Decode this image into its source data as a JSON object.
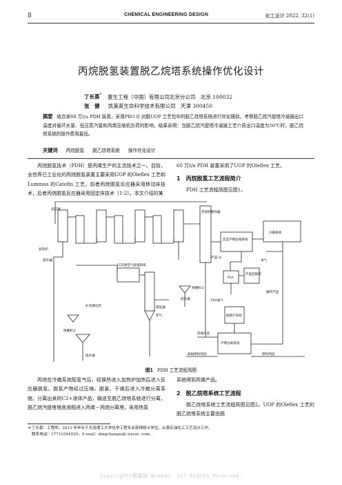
{
  "header": {
    "page_number": "8",
    "journal": "CHEMICAL ENGINEERING DESIGN",
    "issue": "化工设计 2022, 32(1)"
  },
  "title": "丙烷脱氢装置脱乙烷塔系统操作优化设计",
  "authors": [
    {
      "name": "丁长喜",
      "mark": "*",
      "affiliation": "惠生工程（中国）有限公司北京分公司　北京 100032"
    },
    {
      "name": "张　健",
      "mark": "",
      "affiliation": "凯莱英生命科学技术有限公司　天津 300450"
    }
  ],
  "abstract": {
    "label": "摘要",
    "text": "结合某60 万t/a PDH 装置，采用PRO II 对脱UOP 工艺包中的脱乙烷塔系统进行优化模拟，考察脱乙烷汽提塔冷凝器出口温度对循环水量、低压蒸汽量和丙烯压缩机负荷的影响。结果表明：当脱乙烷汽提塔冷凝器工艺介质出口温度为56℃时，脱乙烷塔系统的操作费用最低。"
  },
  "keywords": {
    "label": "关键词",
    "items": [
      "丙烷脱氢",
      "脱乙烷塔系统",
      "操作优化设计"
    ]
  },
  "left_col_top": "丙烷脱氢技术（PDH）是丙烯生产的主流技术之一。目前，全世界已工业化的丙烷脱氢装置主要采用UOP 的Oleflex 工艺和Lummus 的Catofin 工艺。前者丙烷脱氢反应器采用移动床技术，后者丙烷脱氢反应器采用固定床技术〔1-2〕。本文介绍的某",
  "right_col_top": {
    "cont": "60 万t/a PDH 装置采用了UOP 的Oleflex 工艺。",
    "sec1_title": "1　丙烷脱氢工艺流程简介",
    "sec1_body": "PDH 工艺流程简图见图1。"
  },
  "figure": {
    "caption_label": "图1",
    "caption_text": "PDH 工艺流程简图",
    "labels": {
      "reactor": "反应器",
      "heater": "加热炉",
      "lift1": "提升器",
      "cycle_air": "CCR放空气处理系统",
      "regen": "再生器",
      "air": "空气",
      "make_up": "补充催化剂",
      "cat_hopper": "附催料斗",
      "lift2": "提升器",
      "cat_hopper2": "附催料斗",
      "lift3": "提升器",
      "hx": "热进料换热器",
      "compress": "反应产物压缩系统",
      "cold": "冷箱系统",
      "h2": "产品 H₂",
      "psa": "PSA",
      "product_comp": "产品压缩机",
      "psa_tail": "PSA尾气",
      "fuel_gas": "净气",
      "recycle": "循环产品",
      "dryer": "脱硫产系统",
      "propylene": "丙烯产品",
      "fresh_feed": "新鲜原料丙烷",
      "frac": "产物分离系统",
      "recycle_propane": "原料丙烷"
    }
  },
  "left_col_bottom": "丙烷在冷箱系统配氢气后，经换热进入加热炉加热后进入反应器脱氢。脱氢产物经过压缩、脱氯、干燥后进入冷箱分离系统。分离出来的C2+液体产品，输送至脱乙烷塔系统进行分离，脱乙烷汽提塔塔底液相进入丙烯－丙烷分离塔，采用热泵",
  "right_col_bottom": {
    "cont": "系统得到丙烯产品。",
    "sec2_title": "2　脱乙烷塔系统工艺流程",
    "sec2_body": "脱乙烷塔系统工艺流程简图见图2。UOP 的Oleflex 工艺的脱乙烷塔系统主要由脱"
  },
  "footnote": {
    "line1": "＊丁长喜：工程师。2013 年毕业于大连理工大学化学工程专业获得硕士学位。从事石油化工工艺设计工作。",
    "line2": "联系电话：17710344520，E-mail：dingchangxi@ wison. com。"
  },
  "copyright": "Copyright©博看网 Bookan. All Rights Reserved."
}
